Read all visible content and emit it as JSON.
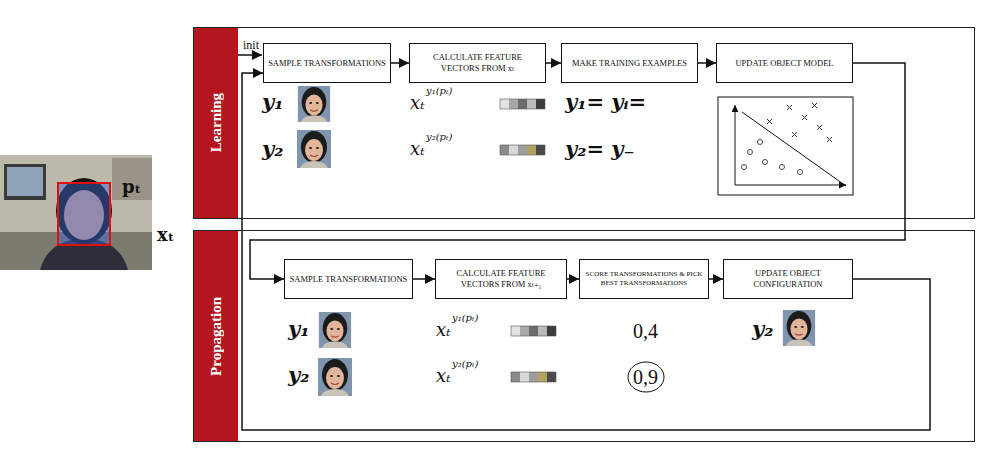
{
  "diagram": {
    "nodes": [
      {
        "text": [
          "Learning"
        ]
      },
      {
        "text": [
          "SAMPLE TRANSFORMATIONS"
        ],
        "in": 0
      },
      {
        "text": [
          "CALCULATE FEATURE VECTORS FROM xₜ"
        ],
        "in": 0
      },
      {
        "text": [
          "MAKE TRAINING EXAMPLES"
        ],
        "in": 0
      },
      {
        "text": [
          "UPDATE OBJECT MODEL"
        ],
        "in": 0
      },
      {
        "text": [
          "Propagation"
        ]
      },
      {
        "text": [
          "SAMPLE TRANSFORMATIONS"
        ],
        "in": 5
      },
      {
        "text": [
          "CALCULATE FEATURE VECTORS FROM xₜ₊₁"
        ],
        "in": 5
      },
      {
        "text": [
          "SCORE TRANSFORMATIONS & PICK BEST TRANSFORMATIONS"
        ],
        "in": 5
      },
      {
        "text": [
          "UPDATE OBJECT CONFIGURATION"
        ],
        "in": 5
      }
    ],
    "edges": [
      {
        "from": 1,
        "to": 2,
        "arrow": "to"
      },
      {
        "from": 2,
        "to": 3,
        "arrow": "to"
      },
      {
        "from": 3,
        "to": 4,
        "arrow": "to"
      },
      {
        "from": 4,
        "to": 6,
        "arrow": "to"
      },
      {
        "from": 6,
        "to": 7,
        "arrow": "to"
      },
      {
        "from": 7,
        "to": 8,
        "arrow": "to"
      },
      {
        "from": 8,
        "to": 9,
        "arrow": "to"
      },
      {
        "from": 9,
        "to": 1,
        "arrow": "to"
      }
    ],
    "labels": [
      "pₜ",
      "xₜ",
      "init",
      "y₁",
      "y₂",
      "xₜ",
      "y₁(pₜ)",
      "xₜ",
      "y₂(pₜ)",
      "y₁= yᵢ=",
      "y₂= y₋",
      "y₁",
      "y₂",
      "xₜ",
      "y₁(pₜ)",
      "xₜ",
      "y₂(pₜ)",
      "0,4",
      "0,9",
      "y₂"
    ]
  }
}
